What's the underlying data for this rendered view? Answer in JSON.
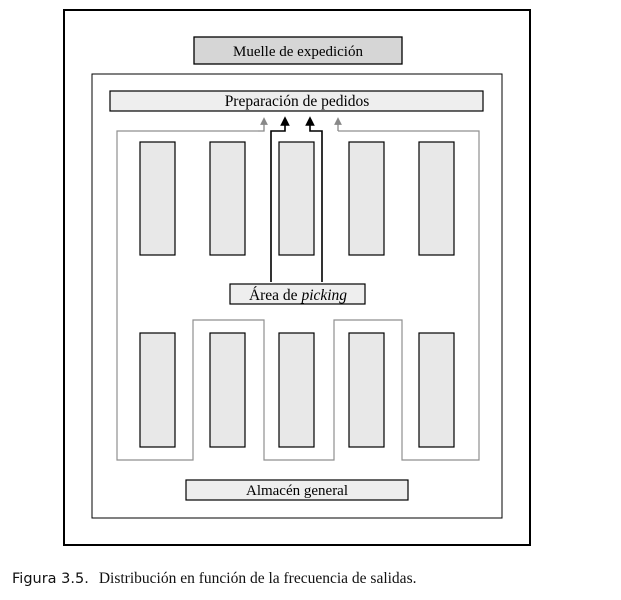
{
  "diagram": {
    "shipping_dock": "Muelle de expedición",
    "order_prep": "Preparación de pedidos",
    "picking_area_prefix": "Área de ",
    "picking_area_italic": "picking",
    "general_warehouse": "Almacén general",
    "rack_fill": "#e8e8e8",
    "flow_arrow_gray": "#888888",
    "flow_arrow_black": "#000000"
  },
  "caption": {
    "figure_number": "Figura 3.5.",
    "text": "Distribución en función de la frecuencia de salidas."
  }
}
